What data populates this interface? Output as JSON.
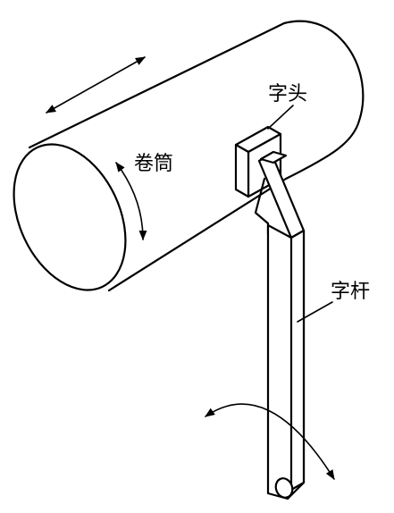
{
  "labels": {
    "type_head": "字头",
    "drum": "卷筒",
    "type_bar": "字杆"
  }
}
